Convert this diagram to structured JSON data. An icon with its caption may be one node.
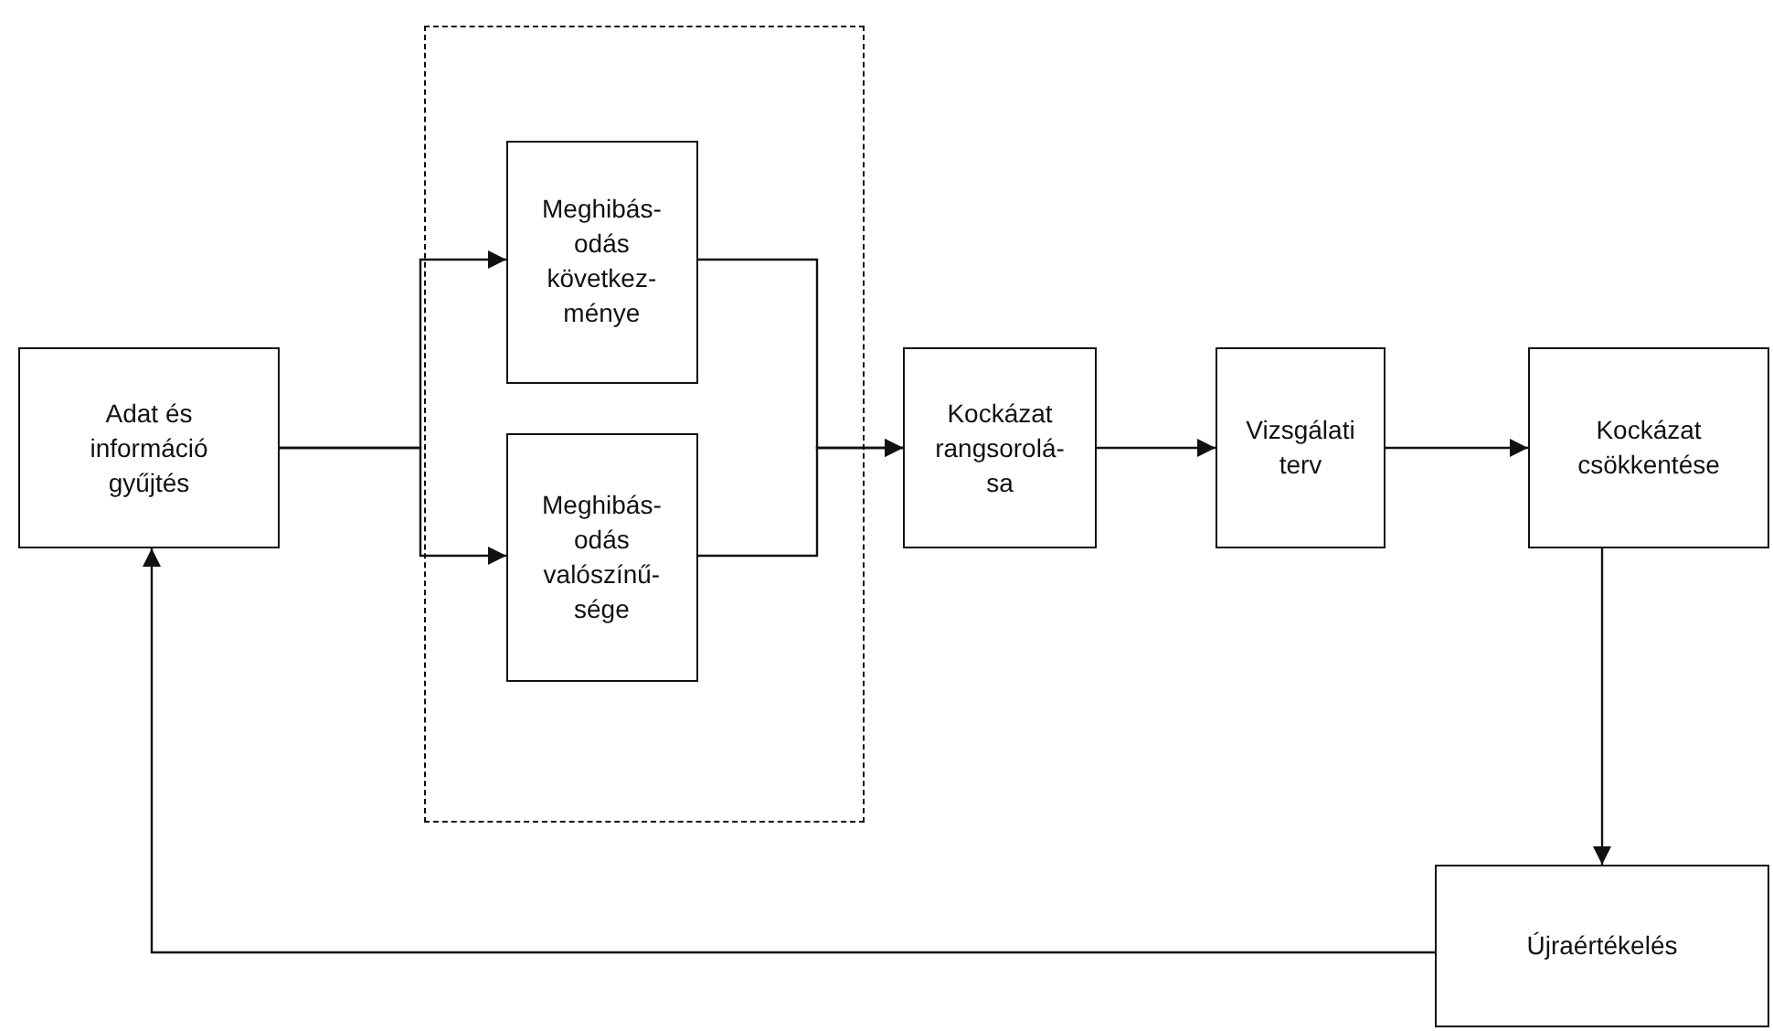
{
  "diagram": {
    "nodes": [
      {
        "text": [
          "Adat és információ gyűjtés"
        ]
      },
      {
        "text": [],
        "shape": "box"
      },
      {
        "text": [
          "Meghibás- odás következ- ménye"
        ],
        "in": 1
      },
      {
        "text": [
          "Meghibás- odás valószínű- sége"
        ],
        "in": 1
      },
      {
        "text": [
          "Kockázat rangsorolá- sa"
        ]
      },
      {
        "text": [
          "Vizsgálati terv"
        ]
      },
      {
        "text": [
          "Kockázat csökkentése"
        ]
      },
      {
        "text": [
          "Újraértékelés"
        ]
      }
    ],
    "edges": [
      {
        "from": 0,
        "to": 2,
        "arrow": "to"
      },
      {
        "from": 0,
        "to": 3,
        "arrow": "to"
      },
      {
        "from": 2,
        "to": 4,
        "arrow": "to"
      },
      {
        "from": 3,
        "to": 4,
        "arrow": "to"
      },
      {
        "from": 4,
        "to": 5,
        "arrow": "to"
      },
      {
        "from": 5,
        "to": 6,
        "arrow": "to"
      },
      {
        "from": 6,
        "to": 7,
        "arrow": "to"
      },
      {
        "from": 7,
        "to": 0,
        "arrow": "to"
      }
    ]
  }
}
